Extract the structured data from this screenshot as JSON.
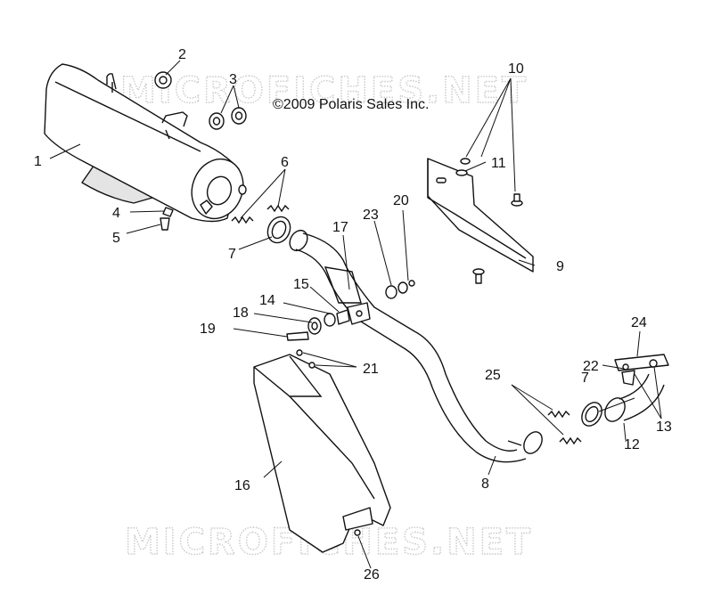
{
  "copyright": "©2009 Polaris Sales Inc.",
  "watermarks": [
    "MICROFICHES.NET",
    "MICROFICHES.NET"
  ],
  "callouts": [
    "1",
    "2",
    "3",
    "4",
    "5",
    "6",
    "7",
    "7",
    "8",
    "9",
    "10",
    "11",
    "12",
    "13",
    "14",
    "15",
    "16",
    "17",
    "18",
    "19",
    "20",
    "21",
    "22",
    "23",
    "24",
    "25",
    "26"
  ]
}
